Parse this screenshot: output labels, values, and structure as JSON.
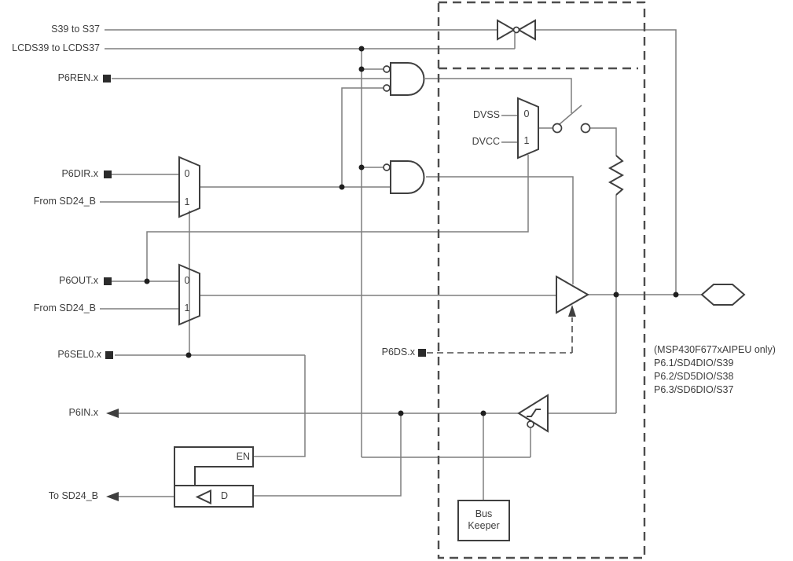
{
  "diagram_type": "msp430-port6-pin-schematic",
  "labels": {
    "s39": "S39 to S37",
    "lcds": "LCDS39 to LCDS37",
    "p6ren": "P6REN.x",
    "p6dir": "P6DIR.x",
    "from_sd24_b_dir": "From SD24_B",
    "p6out": "P6OUT.x",
    "from_sd24_b_out": "From SD24_B",
    "p6sel0": "P6SEL0.x",
    "p6in": "P6IN.x",
    "to_sd24_b": "To SD24_B",
    "p6ds": "P6DS.x",
    "dvss": "DVSS",
    "dvcc": "DVCC"
  },
  "mux": {
    "input0": "0",
    "input1": "1"
  },
  "latch": {
    "enable": "EN",
    "data": "D"
  },
  "bus_keeper": {
    "line1": "Bus",
    "line2": "Keeper"
  },
  "note": {
    "line1": "(MSP430F677xAIPEU only)",
    "line2": "P6.1/SD4DIO/S39",
    "line3": "P6.2/SD5DIO/S38",
    "line4": "P6.3/SD6DIO/S37"
  },
  "icons": {
    "analog_switch": "bowtie-switch-icon",
    "and_gates": "and-gate-icon",
    "muxes": "mux-trapezoid-icon",
    "output_buffer": "driver-triangle-icon",
    "input_buffer": "schmitt-trigger-icon",
    "resistor": "resistor-zigzag-icon",
    "pad": "pad-hexagon-icon",
    "pull_switch": "open-switch-icon"
  },
  "colors": {
    "wire": "#7f7f7f",
    "component": "#3f3f3f",
    "text": "#3d3d3d",
    "dashed_box": "#4d4d4d",
    "background": "#ffffff"
  }
}
